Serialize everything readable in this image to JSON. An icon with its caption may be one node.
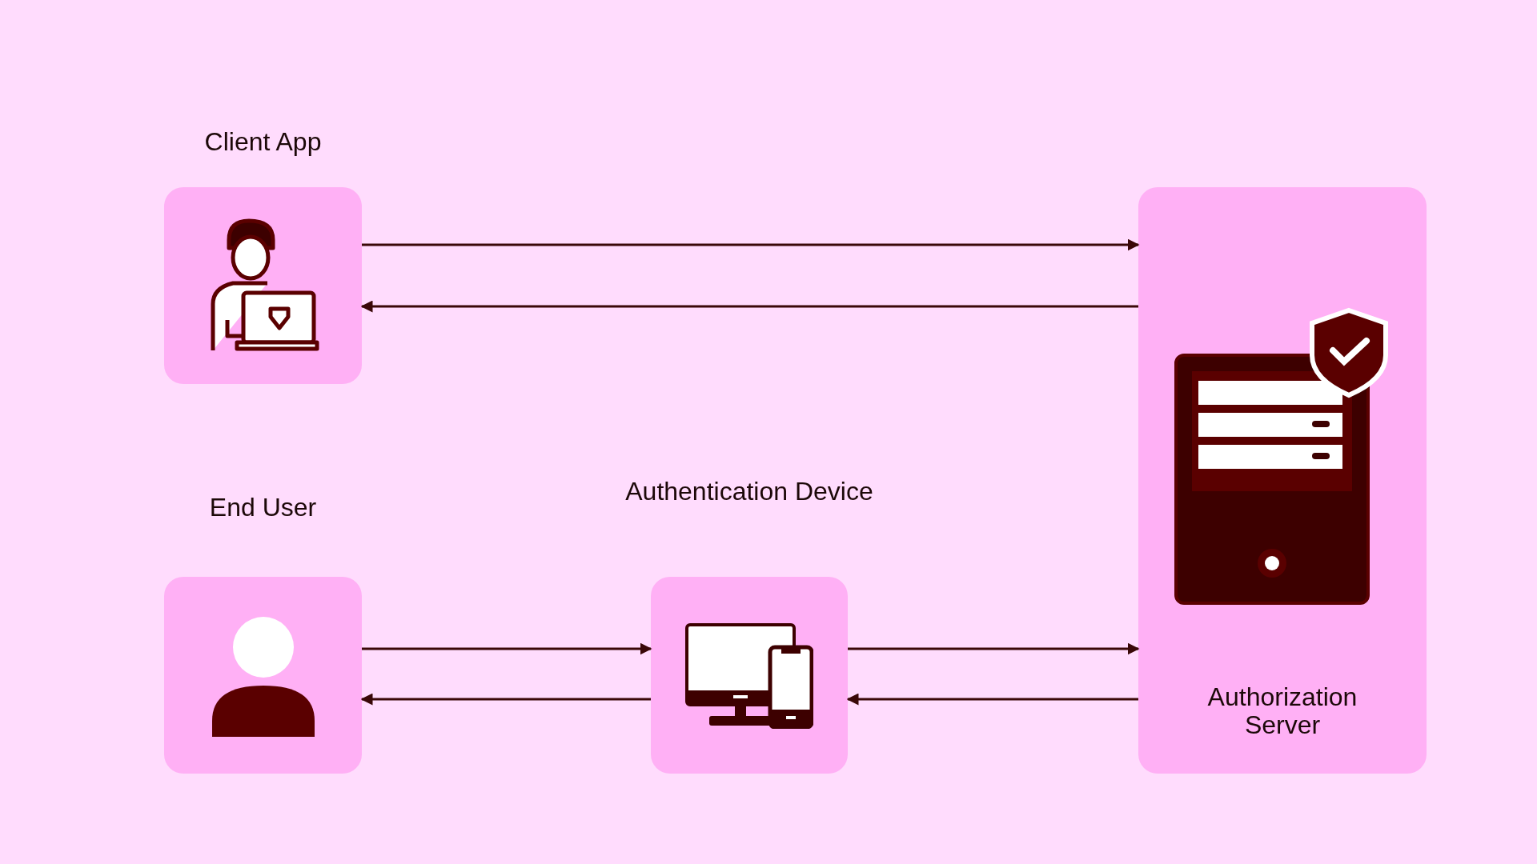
{
  "diagram": {
    "nodes": [
      {
        "text": [
          "Client App"
        ]
      },
      {
        "text": [
          "Authorization Server"
        ]
      },
      {
        "text": [
          "End User"
        ]
      },
      {
        "text": [
          "Authentication Device"
        ]
      }
    ],
    "edges": [
      {
        "from": 0,
        "to": 1,
        "arrow": "to"
      },
      {
        "from": 1,
        "to": 0,
        "arrow": "to"
      },
      {
        "from": 2,
        "to": 3,
        "arrow": "to"
      },
      {
        "from": 3,
        "to": 2,
        "arrow": "to"
      },
      {
        "from": 3,
        "to": 1,
        "arrow": "to"
      },
      {
        "from": 1,
        "to": 3,
        "arrow": "to"
      }
    ]
  }
}
